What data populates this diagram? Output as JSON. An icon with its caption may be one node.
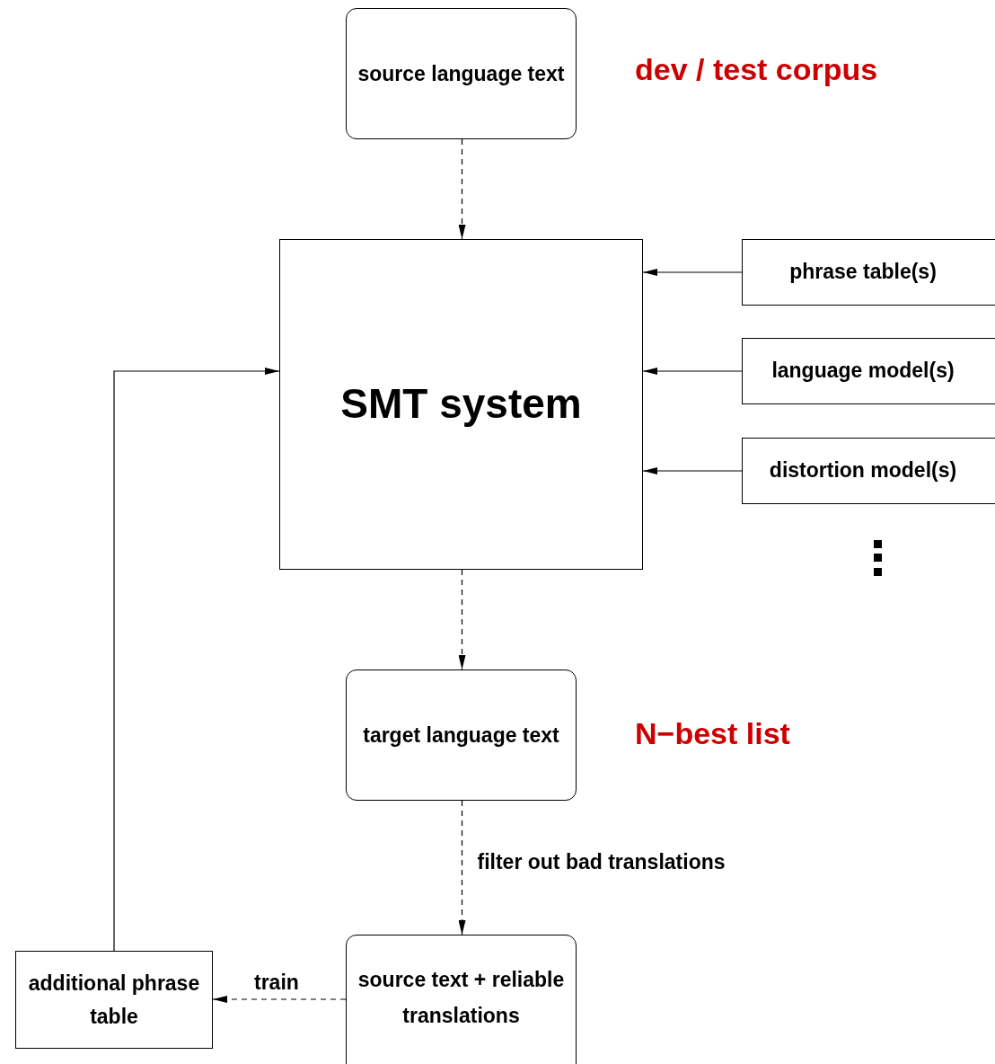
{
  "diagram": {
    "nodes": [
      {
        "text": [
          "source language text"
        ]
      },
      {
        "text": [
          "SMT system"
        ]
      },
      {
        "text": [
          "phrase table(s)"
        ]
      },
      {
        "text": [
          "language model(s)"
        ]
      },
      {
        "text": [
          "distortion model(s)"
        ]
      },
      {
        "text": [
          "target language text"
        ]
      },
      {
        "text": [
          "source text + reliable translations"
        ]
      },
      {
        "text": [
          "additional phrase table"
        ]
      }
    ],
    "edges": [
      {
        "from": 0,
        "to": 1,
        "arrow": "to",
        "style": "dashed"
      },
      {
        "from": 2,
        "to": 1,
        "arrow": "to"
      },
      {
        "from": 3,
        "to": 1,
        "arrow": "to"
      },
      {
        "from": 4,
        "to": 1,
        "arrow": "to"
      },
      {
        "from": 1,
        "to": 5,
        "arrow": "to",
        "style": "dashed"
      },
      {
        "from": 5,
        "to": 6,
        "arrow": "to",
        "style": "dashed",
        "label": "filter out bad translations"
      },
      {
        "from": 6,
        "to": 7,
        "arrow": "to",
        "style": "dashed",
        "label": "train"
      },
      {
        "from": 7,
        "to": 1,
        "arrow": "to"
      }
    ],
    "labels": [
      "dev / test corpus",
      "N−best list"
    ]
  }
}
